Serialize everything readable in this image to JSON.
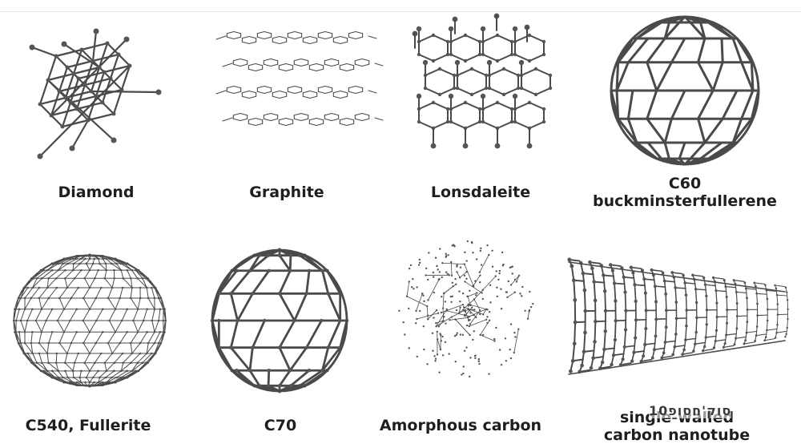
{
  "allotropes": [
    {
      "id": "diamond",
      "label": [
        "Diamond"
      ],
      "structure": "diamond-icon"
    },
    {
      "id": "graphite",
      "label": [
        "Graphite"
      ],
      "structure": "graphite-icon"
    },
    {
      "id": "lonsdaleite",
      "label": [
        "Lonsdaleite"
      ],
      "structure": "lonsdaleite-icon"
    },
    {
      "id": "c60",
      "label": [
        "C60",
        "buckminsterfullerene"
      ],
      "structure": "c60-icon"
    },
    {
      "id": "c540",
      "label": [
        "C540, Fullerite"
      ],
      "structure": "c540-icon"
    },
    {
      "id": "c70",
      "label": [
        "C70"
      ],
      "structure": "c70-icon"
    },
    {
      "id": "amorphous",
      "label": [
        "Amorphous carbon"
      ],
      "structure": "amorphous-carbon-icon"
    },
    {
      "id": "nanotube",
      "label": [
        "single-walled",
        "carbon nanotube"
      ],
      "structure": "nanotube-icon"
    }
  ],
  "watermark": "10סוק'חסופ",
  "colors": {
    "bond": "#4a4a4a",
    "atom": "#555555",
    "text": "#1e1e1e"
  }
}
